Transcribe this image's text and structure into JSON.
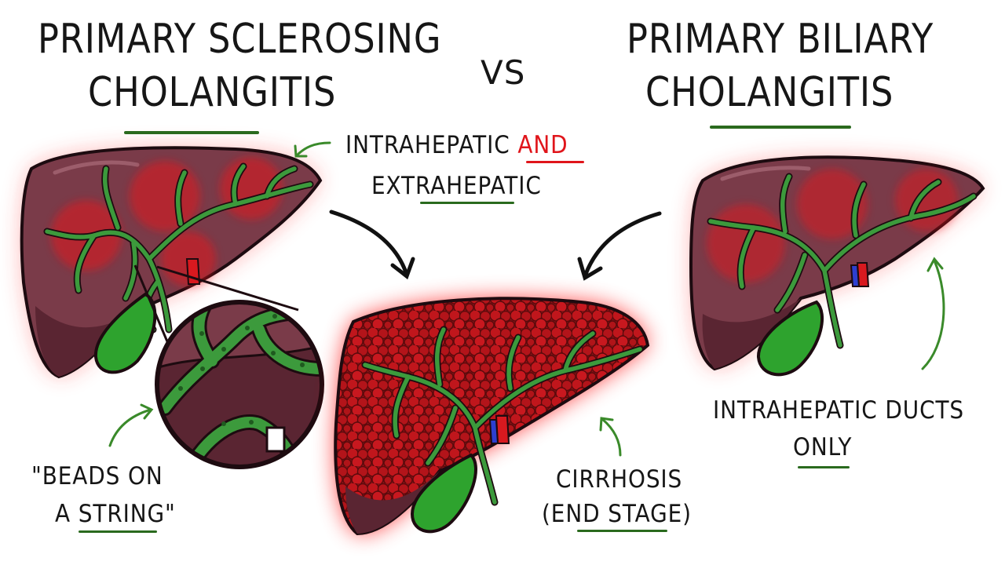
{
  "title_left": {
    "line1": "PRIMARY SCLEROSING",
    "line2": "CHOLANGITIS"
  },
  "vs": "VS",
  "title_right": {
    "line1": "PRIMARY BILIARY",
    "line2": "CHOLANGITIS"
  },
  "label_intra_extra": {
    "line1": "INTRAHEPATIC",
    "and": "AND",
    "line2": "EXTRAHEPATIC"
  },
  "label_beads": {
    "line1": "\"BEADS ON",
    "line2a": "A",
    "line2b": "STRING",
    "line2c": "\""
  },
  "label_cirrhosis": {
    "line1": "CIRRHOSIS",
    "line2": "(END STAGE)"
  },
  "label_intra_only": {
    "line1": "INTRAHEPATIC DUCTS",
    "line2": "ONLY"
  },
  "colors": {
    "liver": "#7a3b49",
    "liver_dark": "#5a2532",
    "duct": "#3c9a3c",
    "gallbladder": "#2ea32e",
    "inflammation": "#e3131b",
    "underline": "#2a6a1e",
    "arrow_green": "#3a8a2a"
  }
}
